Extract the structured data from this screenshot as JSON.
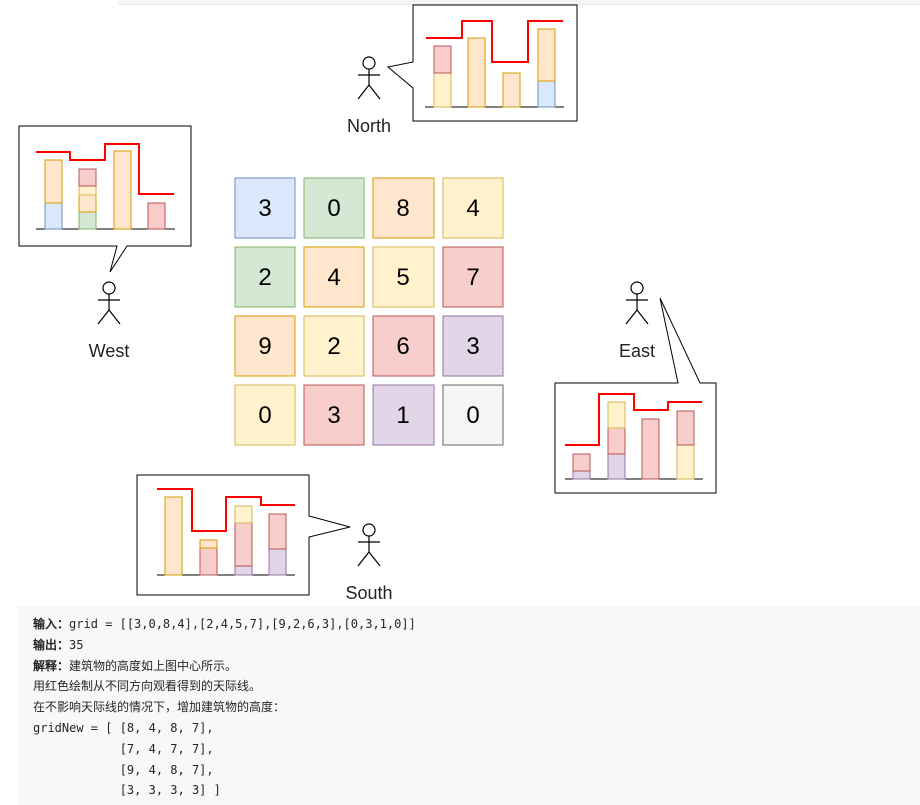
{
  "grid": [
    [
      3,
      0,
      8,
      4
    ],
    [
      2,
      4,
      5,
      7
    ],
    [
      9,
      2,
      6,
      3
    ],
    [
      0,
      3,
      1,
      0
    ]
  ],
  "observers": {
    "north": "North",
    "west": "West",
    "east": "East",
    "south": "South"
  },
  "example": {
    "input_label": "输入：",
    "input_value": "grid = [[3,0,8,4],[2,4,5,7],[9,2,6,3],[0,3,1,0]]",
    "output_label": "输出：",
    "output_value": "35",
    "explain_label": "解释：",
    "explain_value": "建筑物的高度如上图中心所示。",
    "lines": [
      "用红色绘制从不同方向观看得到的天际线。",
      "在不影响天际线的情况下，增加建筑物的高度：",
      "gridNew = [ [8, 4, 8, 7],",
      "            [7, 4, 7, 7],",
      "            [9, 4, 8, 7],",
      "            [3, 3, 3, 3] ]"
    ]
  },
  "colors": {
    "blue": "#dae8fc",
    "blue_stroke": "#6c8ebf",
    "green": "#d5e8d4",
    "green_stroke": "#82b366",
    "orange": "#ffe6cc",
    "orange_stroke": "#d79b00",
    "yellow": "#fff2cc",
    "yellow_stroke": "#d6b656",
    "red": "#f8cecc",
    "red_stroke": "#b85450",
    "purple": "#e1d5e7",
    "purple_stroke": "#9673a6",
    "gray": "#f5f5f5",
    "gray_stroke": "#666666",
    "skyline": "#ff0000"
  }
}
